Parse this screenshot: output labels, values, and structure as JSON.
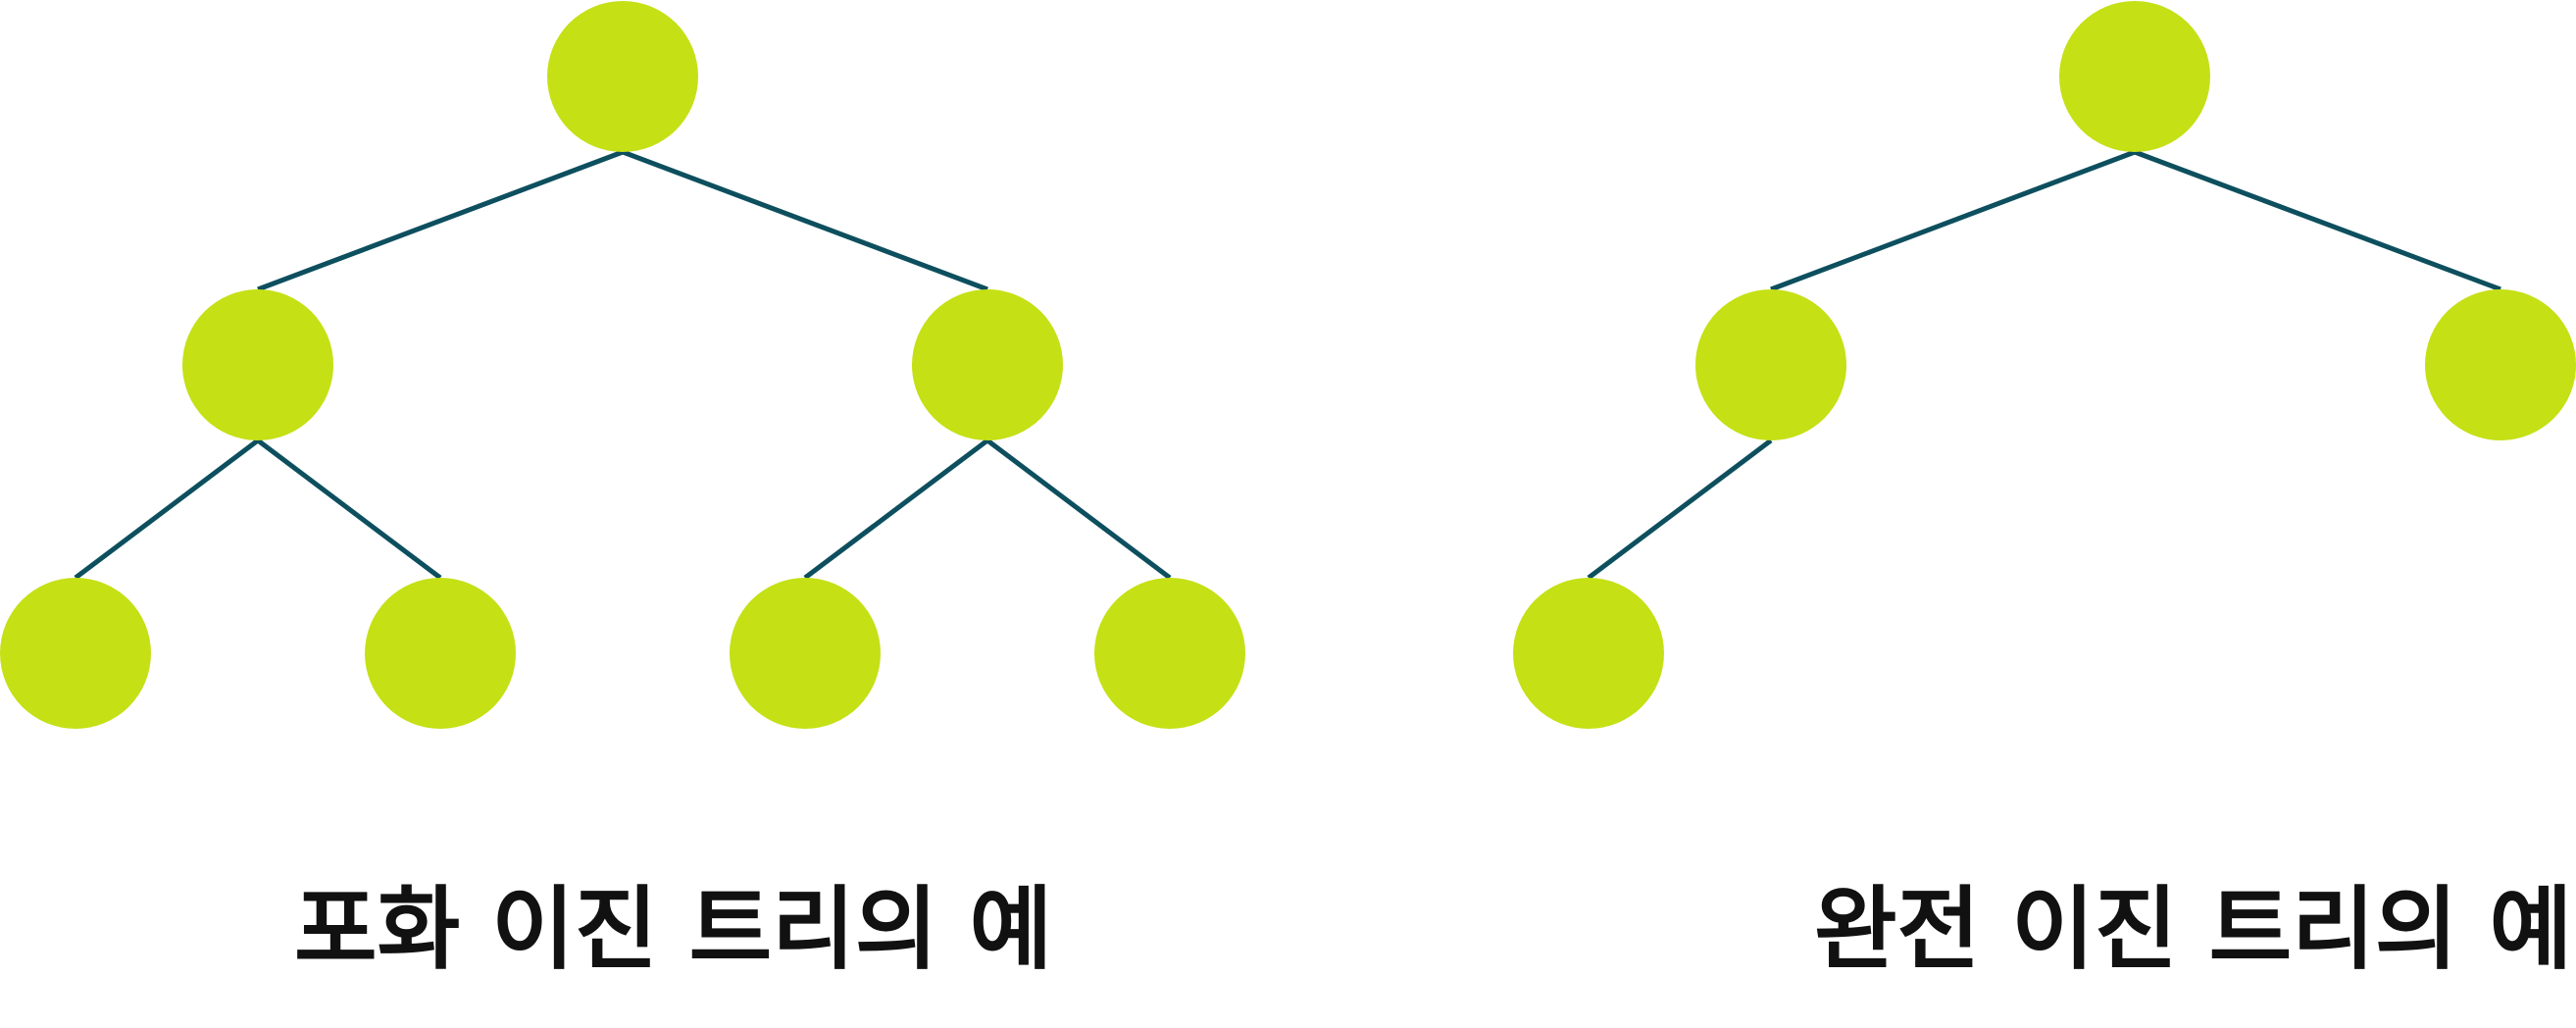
{
  "colors": {
    "node": "#c5e015",
    "edge": "#0d4f5e",
    "text": "#111111"
  },
  "diagrams": [
    {
      "caption": "포화 이진 트리의 예",
      "nodes": [
        "root",
        "l",
        "r",
        "ll",
        "lr",
        "rl",
        "rr"
      ],
      "edges": [
        [
          "root",
          "l"
        ],
        [
          "root",
          "r"
        ],
        [
          "l",
          "ll"
        ],
        [
          "l",
          "lr"
        ],
        [
          "r",
          "rl"
        ],
        [
          "r",
          "rr"
        ]
      ]
    },
    {
      "caption": "완전 이진 트리의 예",
      "nodes": [
        "root",
        "l",
        "r",
        "ll"
      ],
      "edges": [
        [
          "root",
          "l"
        ],
        [
          "root",
          "r"
        ],
        [
          "l",
          "ll"
        ]
      ]
    }
  ]
}
